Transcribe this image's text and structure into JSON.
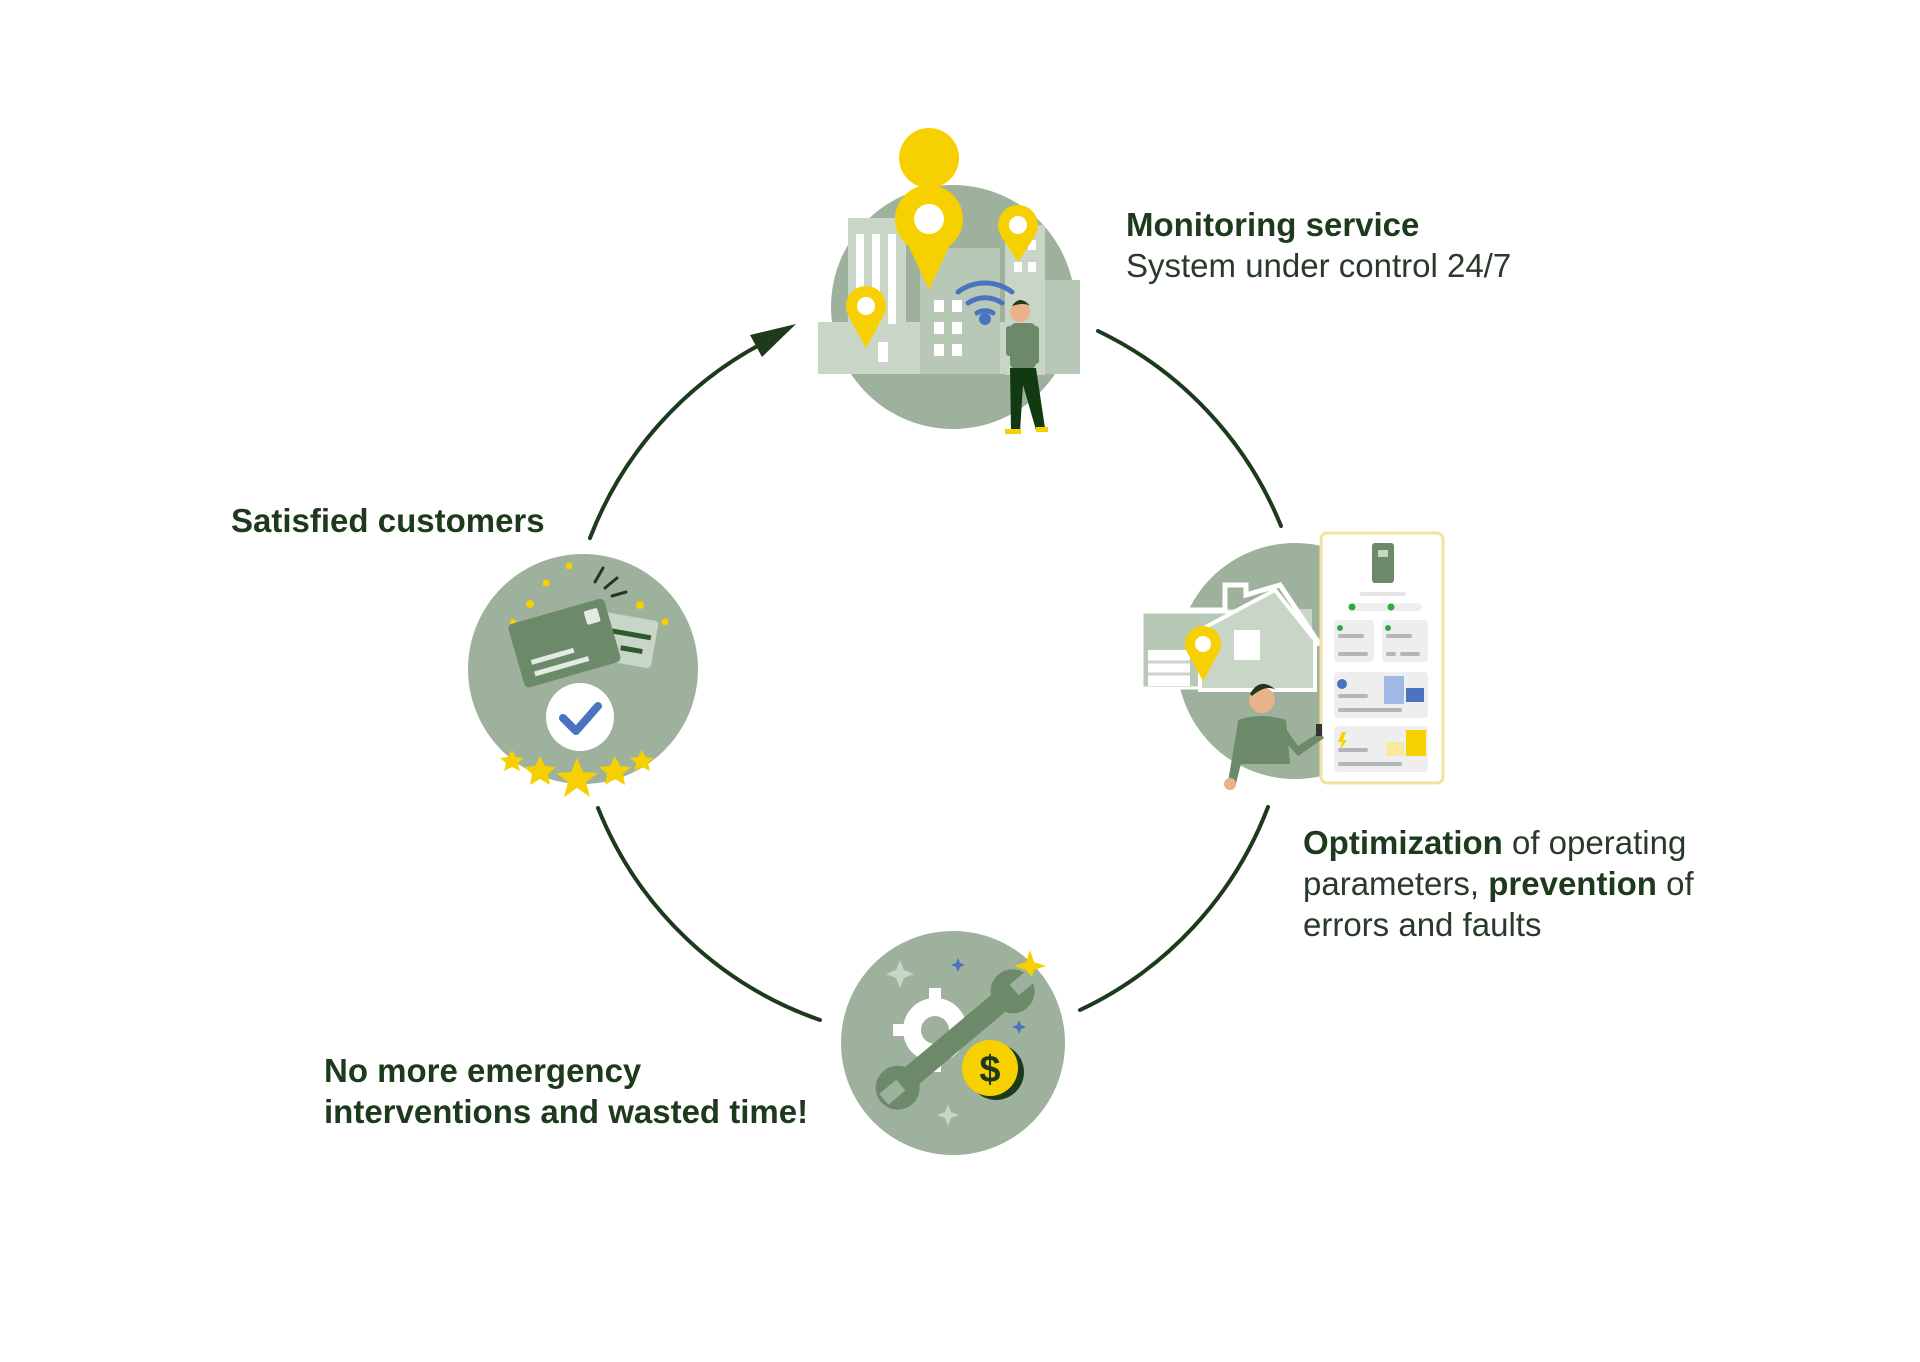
{
  "colors": {
    "dark_green": "#1d3a1d",
    "circle_green": "#9eb19c",
    "light_green": "#c9d6c7",
    "mid_green": "#6c8a69",
    "yellow": "#f6d000",
    "blue": "#4a73c0"
  },
  "stages": {
    "monitoring": {
      "title": "Monitoring service",
      "subtitle": "System under control 24/7",
      "icon": "city-monitoring-icon"
    },
    "optimization": {
      "bold1": "Optimization",
      "text1": " of operating",
      "text2": "parameters, ",
      "bold2": "prevention",
      "text3": " of",
      "text4": "errors and faults",
      "icon": "house-app-icon"
    },
    "no_emergency": {
      "line1": "No more emergency",
      "line2": "interventions and wasted time!",
      "icon": "wrench-gear-dollar-icon"
    },
    "satisfied": {
      "title": "Satisfied customers",
      "icon": "cards-check-stars-icon"
    }
  },
  "dollar_symbol": "$"
}
